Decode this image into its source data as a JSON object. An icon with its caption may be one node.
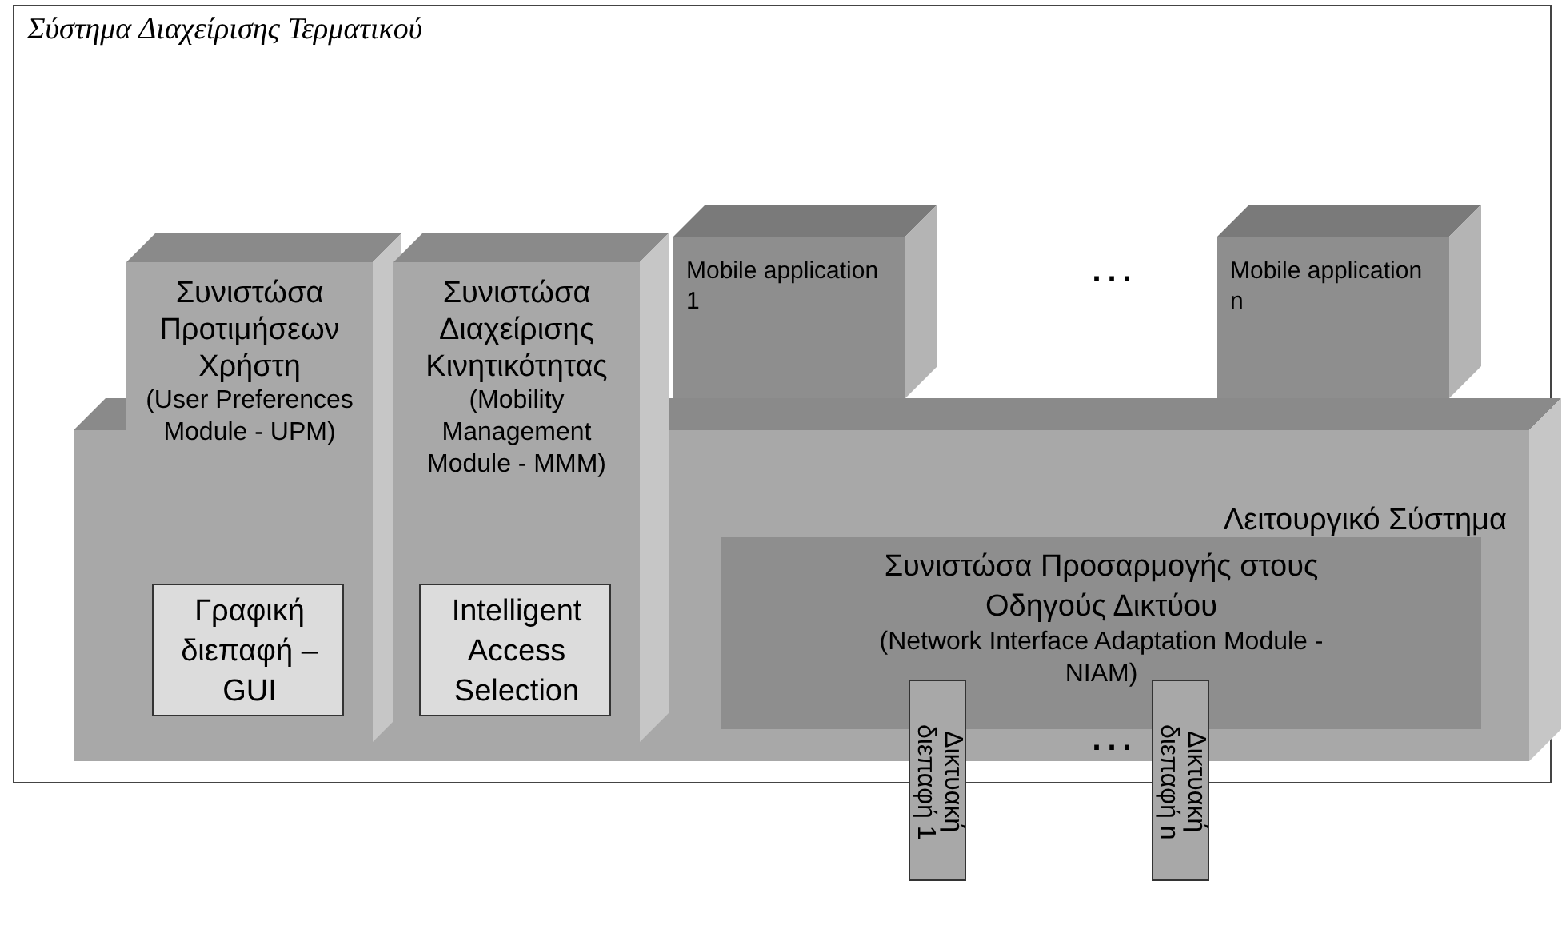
{
  "diagram": {
    "nodes": [
      {
        "text": [
          "Σύστημα Διαχείρισης Τερματικού"
        ]
      },
      {
        "text": [
          "Συνιστώσα Προτιμήσεων Χρήστη",
          "(User Preferences Module - UPM)"
        ],
        "in": 0
      },
      {
        "text": [
          "Γραφική διεπαφή – GUI"
        ]
      },
      {
        "text": [
          "Συνιστώσα Διαχείρισης Κινητικότητας",
          "(Mobility Management Module - MMM)"
        ],
        "in": 0
      },
      {
        "text": [
          "Intelligent Access Selection"
        ]
      },
      {
        "text": [
          "Mobile application 1"
        ],
        "in": 0
      },
      {
        "text": [
          "Mobile application n"
        ],
        "in": 0
      },
      {
        "text": [
          "Λειτουργικό Σύστημα"
        ],
        "in": 0
      },
      {
        "text": [
          "Συνιστώσα Προσαρμογής στους Οδηγούς Δικτύου",
          "(Network Interface Adaptation Module - NIAM)"
        ],
        "in": 7
      },
      {
        "text": [
          "Δικτυακή διεπαφή 1"
        ]
      },
      {
        "text": [
          "Δικτυακή διεπαφή n"
        ]
      }
    ],
    "edges": [],
    "labels": [
      "…",
      "…"
    ]
  }
}
